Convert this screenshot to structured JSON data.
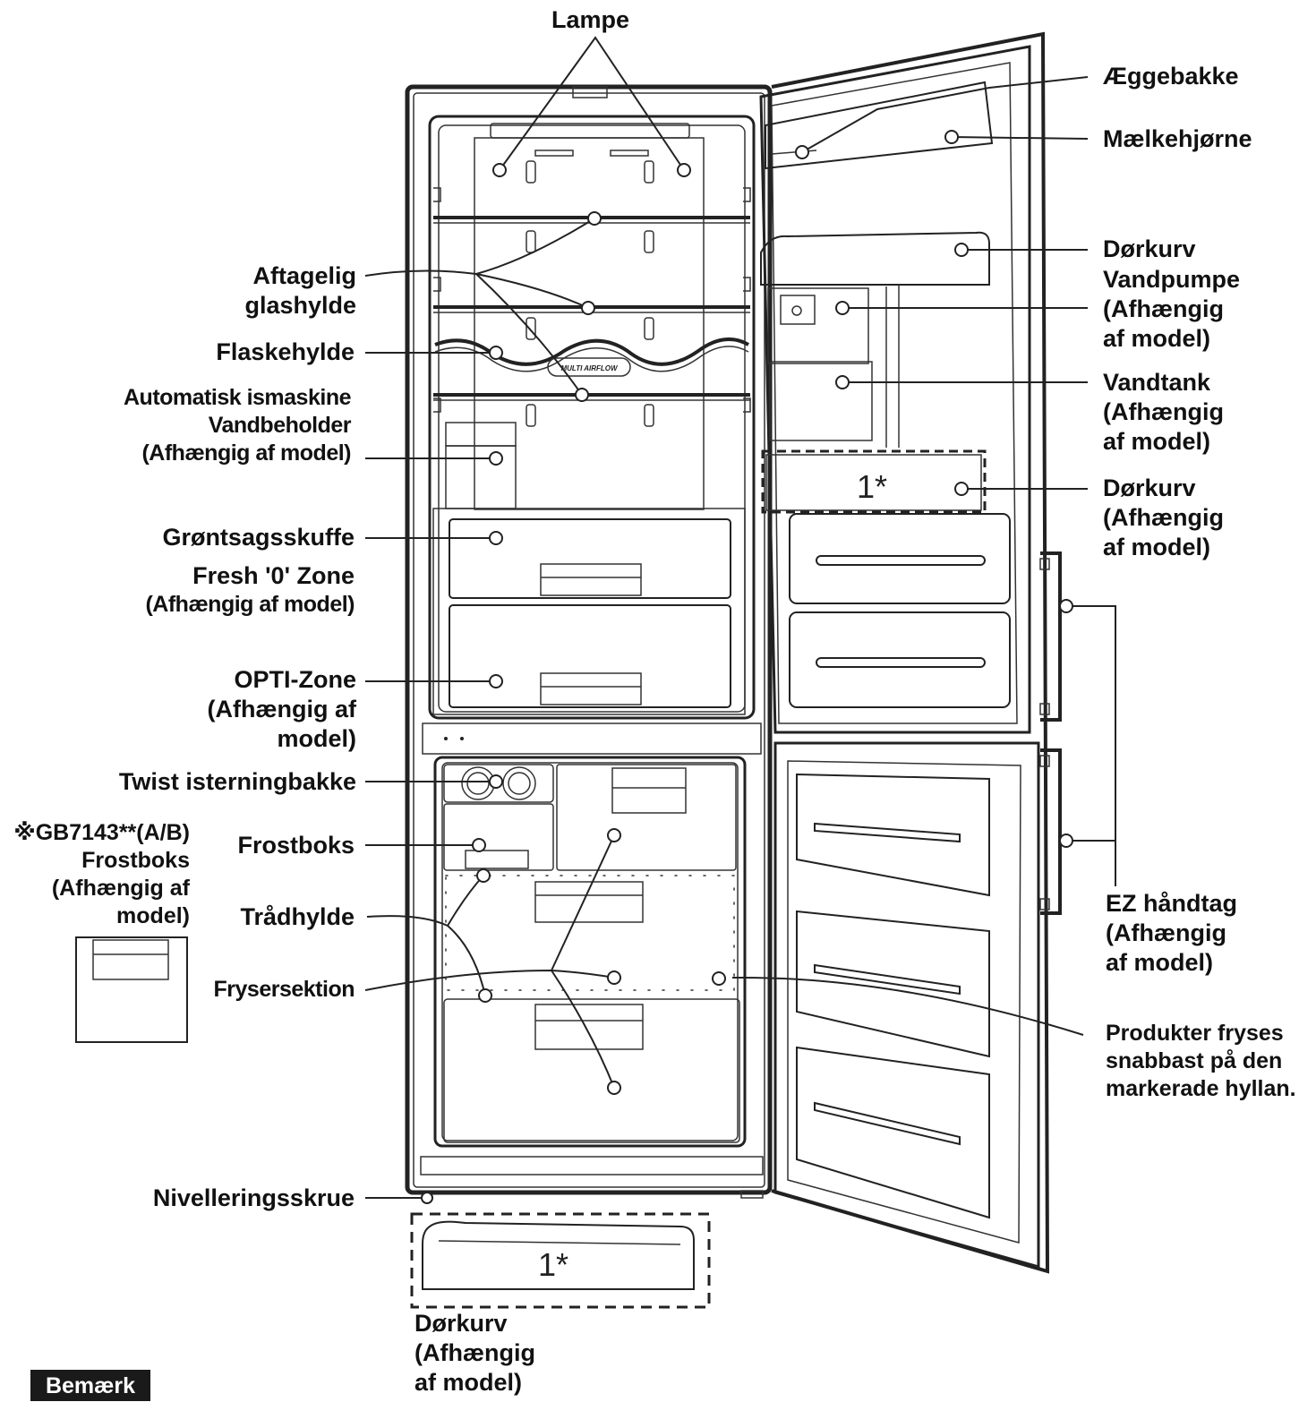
{
  "labels": {
    "lampe": "Lampe",
    "aeggebakke": "Æggebakke",
    "maelkehjorne": "Mælkehjørne",
    "dorkurv_top": "Dørkurv",
    "vandpumpe": [
      "Vandpumpe",
      "(Afhængig",
      "af model)"
    ],
    "vandtank": [
      "Vandtank",
      "(Afhængig",
      "af model)"
    ],
    "dorkurv_door": [
      "Dørkurv",
      "(Afhængig",
      "af model)"
    ],
    "ez_handtag": [
      "EZ håndtag",
      "(Afhængig",
      "af model)"
    ],
    "produkter": [
      "Produkter fryses",
      "snabbast på den",
      "markerade hyllan."
    ],
    "aftagelig": [
      "Aftagelig",
      "glashylde"
    ],
    "flaskehylde": "Flaskehylde",
    "ismaskine": [
      "Automatisk ismaskine",
      "Vandbeholder",
      "(Afhængig af model)"
    ],
    "grontsag": "Grøntsagsskuffe",
    "fresh_zone": [
      "Fresh '0' Zone",
      "(Afhængig af model)"
    ],
    "opti_zone": [
      "OPTI-Zone",
      "(Afhængig af",
      "model)"
    ],
    "twist": "Twist isterningbakke",
    "gb_model": [
      "※GB7143**(A/B)",
      "Frostboks",
      "(Afhængig af",
      "model)"
    ],
    "frostboks": "Frostboks",
    "tradhylde": "Trådhylde",
    "frysersektion": "Frysersektion",
    "nivellering": "Nivelleringsskrue",
    "dorkurv_bottom": [
      "Dørkurv",
      "(Afhængig",
      "af model)"
    ],
    "marker_door": "1*",
    "marker_bottom": "1*",
    "multi_airflow": "MULTI AIRFLOW",
    "bemaerk": "Bemærk"
  }
}
